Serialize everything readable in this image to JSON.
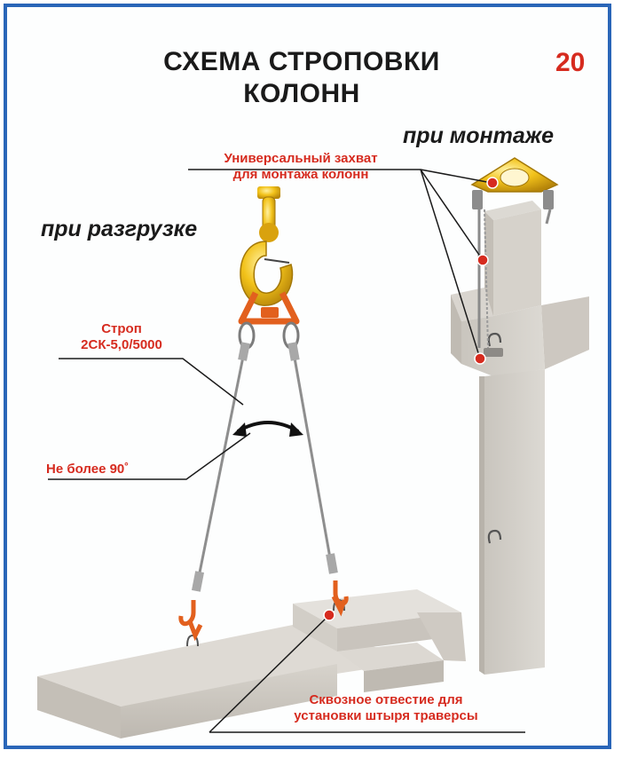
{
  "page": {
    "title_line1": "СХЕМА СТРОПОВКИ",
    "title_line2": "КОЛОНН",
    "number": "20"
  },
  "modes": {
    "unloading": "при разгрузке",
    "mounting": "при монтаже"
  },
  "labels": {
    "grip_line1": "Универсальный захват",
    "grip_line2": "для монтажа колонн",
    "sling_line1": "Строп",
    "sling_line2": "2СК-5,0/5000",
    "angle": "Не более 90˚",
    "hole_line1": "Сквозное отвестие для",
    "hole_line2": "установки штыря траверсы"
  },
  "colors": {
    "frame": "#2a66b8",
    "accent_red": "#d62b1f",
    "hook_orange": "#e2601e",
    "yellow": "#f2c21a",
    "concrete": "#cfcbc4"
  }
}
